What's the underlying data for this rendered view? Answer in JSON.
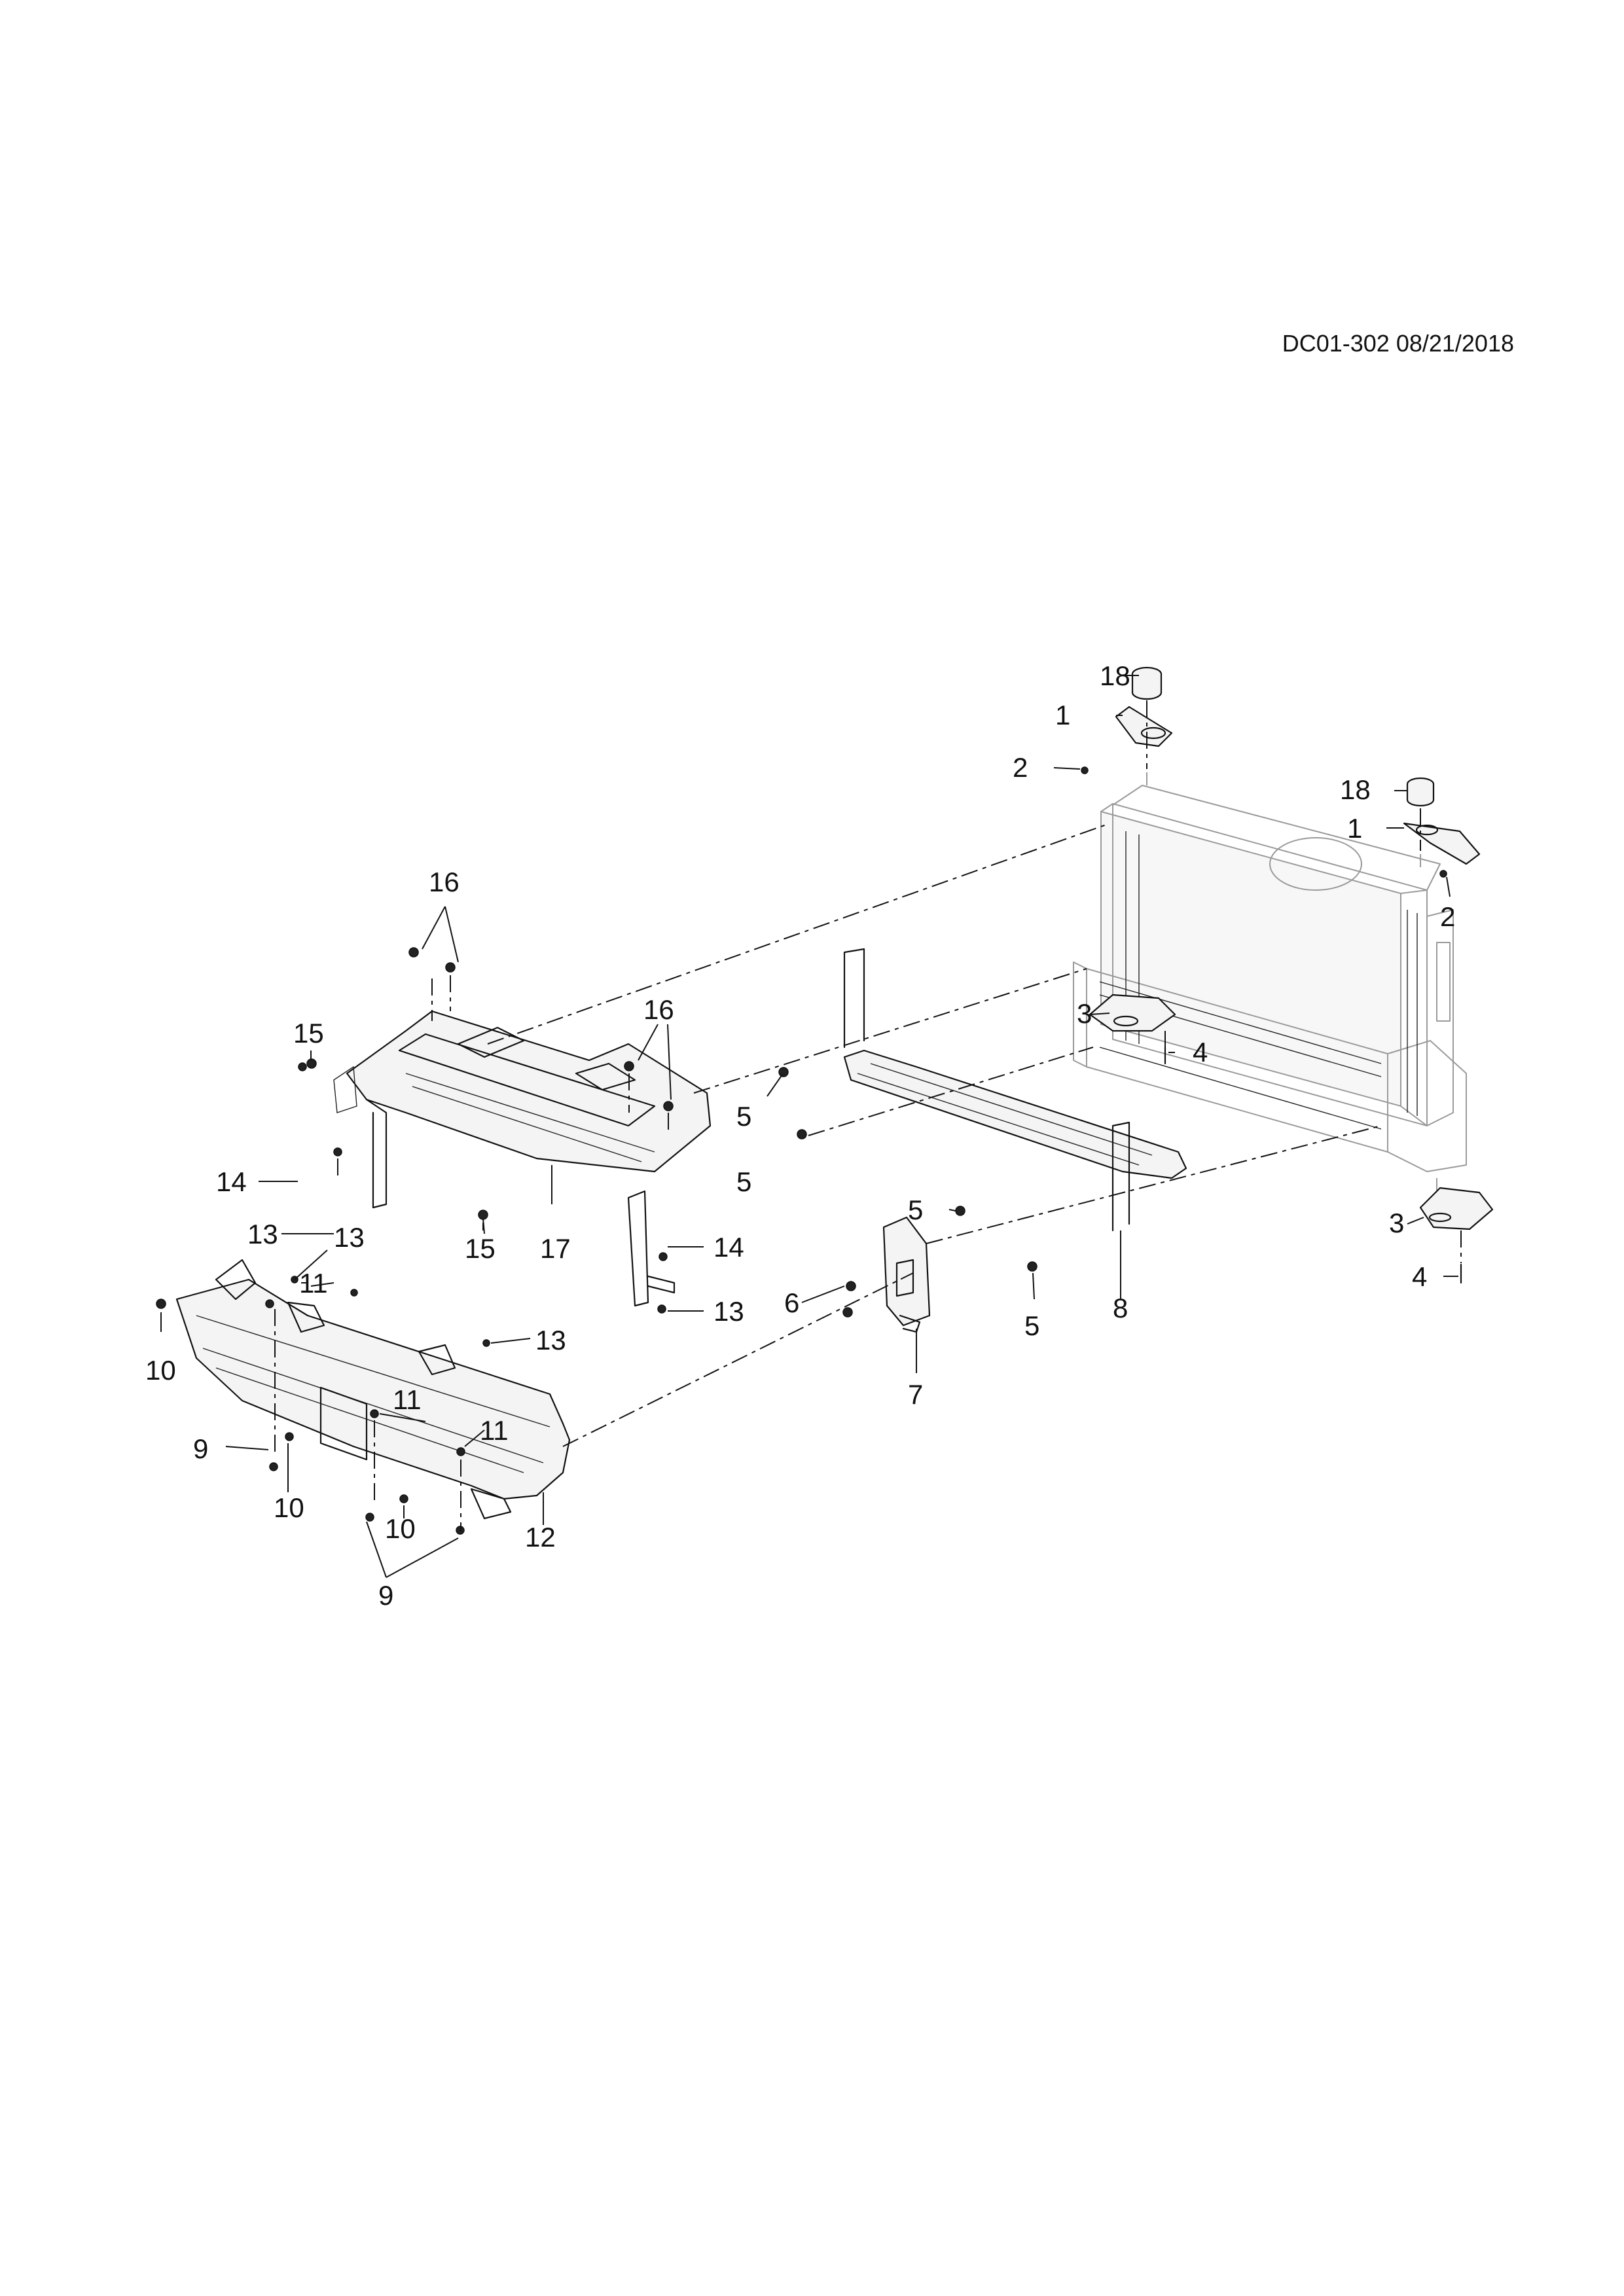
{
  "document_ref": "DC01-302 08/21/2018",
  "callouts": {
    "c18a": "18",
    "c1a": "1",
    "c2a": "2",
    "c18b": "18",
    "c1b": "1",
    "c2b": "2",
    "c3a": "3",
    "c4a": "4",
    "c3b": "3",
    "c4b": "4",
    "c5a": "5",
    "c5b": "5",
    "c5c": "5",
    "c5d": "5",
    "c6": "6",
    "c7": "7",
    "c8": "8",
    "c16a": "16",
    "c16b": "16",
    "c15a": "15",
    "c15b": "15",
    "c14a": "14",
    "c14b": "14",
    "c13a": "13",
    "c13b": "13",
    "c13c": "13",
    "c13d": "13",
    "c17": "17",
    "c11a": "11",
    "c11b": "11",
    "c11c": "11",
    "c10a": "10",
    "c10b": "10",
    "c10c": "10",
    "c9a": "9",
    "c9b": "9",
    "c12": "12"
  }
}
